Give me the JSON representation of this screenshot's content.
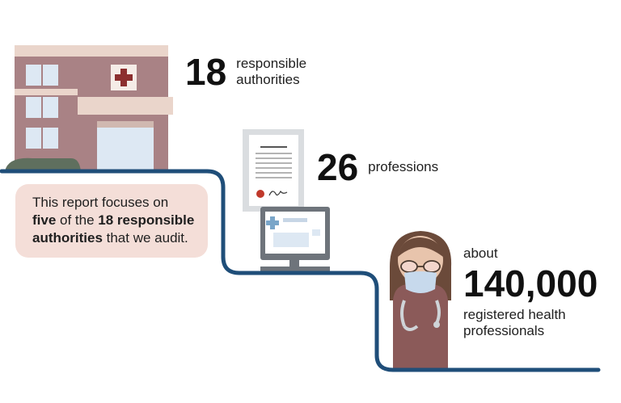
{
  "stats": [
    {
      "value": "18",
      "label_line1": "responsible",
      "label_line2": "authorities"
    },
    {
      "value": "26",
      "label": "professions"
    },
    {
      "prefix": "about",
      "value": "140,000",
      "label_line1": "registered health",
      "label_line2": "professionals"
    }
  ],
  "callout": {
    "t1": "This report focuses on",
    "t2": "five",
    "t3": " of the ",
    "t4": "18 responsible",
    "t5": "authorities",
    "t6": " that we audit."
  },
  "colors": {
    "path": "#1f4e79",
    "building": "#a98285",
    "callout_bg": "#f4ded8"
  },
  "icons": [
    "hospital-icon",
    "certificate-icon",
    "computer-icon",
    "health-worker-icon"
  ]
}
